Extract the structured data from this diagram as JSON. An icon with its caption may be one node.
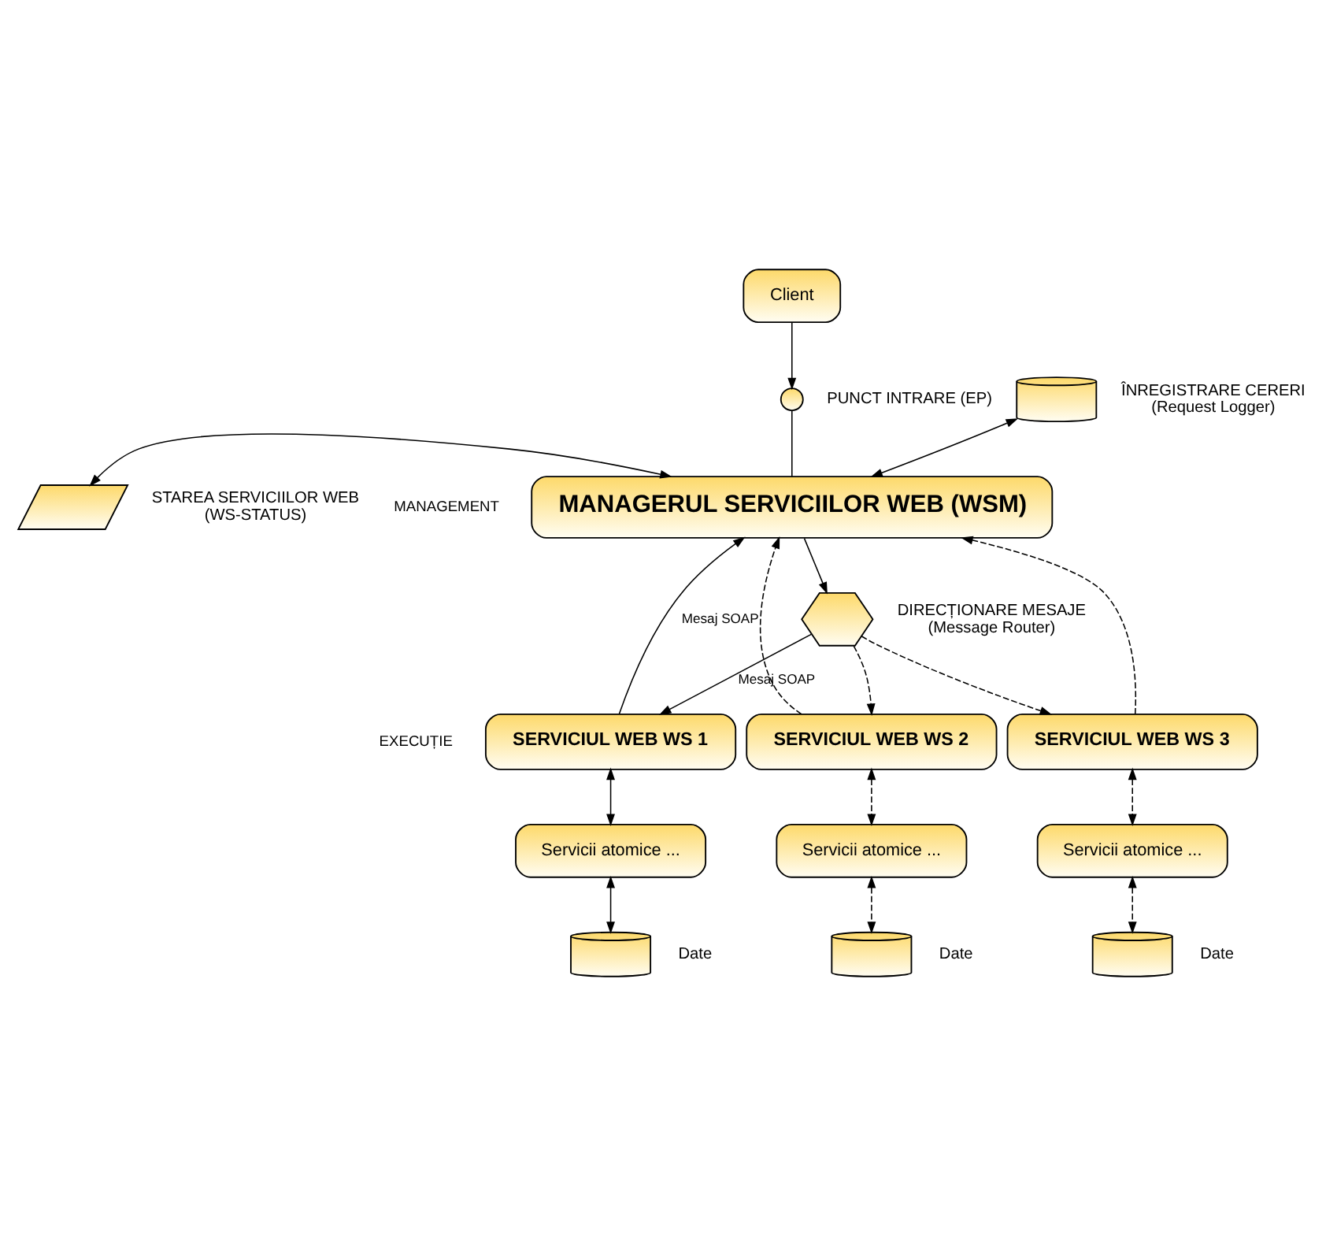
{
  "diagram": {
    "nodes": [
      {
        "text": [
          "Client"
        ]
      },
      {
        "text": [],
        "shape": "circle",
        "beside": [
          "PUNCT INTRARE (EP)"
        ]
      },
      {
        "text": [
          "MANAGERUL SERVICIILOR WEB (WSM)"
        ]
      },
      {
        "text": [],
        "shape": "cylinder",
        "beside": [
          "ÎNREGISTRARE CERERI",
          "(Request Logger)"
        ]
      },
      {
        "text": [],
        "shape": "parallelogram",
        "beside": [
          "STAREA SERVICIILOR WEB",
          "(WS-STATUS)"
        ]
      },
      {
        "text": [],
        "shape": "hexagon",
        "beside": [
          "DIRECȚIONARE MESAJE",
          "(Message Router)"
        ]
      },
      {
        "text": [
          "SERVICIUL WEB WS 1"
        ]
      },
      {
        "text": [
          "SERVICIUL WEB WS 2"
        ]
      },
      {
        "text": [
          "SERVICIUL WEB WS 3"
        ]
      },
      {
        "text": [
          "Servicii atomice ..."
        ]
      },
      {
        "text": [
          "Servicii atomice ..."
        ]
      },
      {
        "text": [
          "Servicii atomice ..."
        ]
      },
      {
        "text": [],
        "shape": "cylinder",
        "beside": [
          "Date"
        ]
      },
      {
        "text": [],
        "shape": "cylinder",
        "beside": [
          "Date"
        ]
      },
      {
        "text": [],
        "shape": "cylinder",
        "beside": [
          "Date"
        ]
      }
    ],
    "edges": [
      {
        "from": 0,
        "to": 1,
        "arrow": "to"
      },
      {
        "from": 1,
        "to": 2,
        "arrow": "none"
      },
      {
        "from": 2,
        "to": 3,
        "arrow": "both"
      },
      {
        "from": 2,
        "to": 4,
        "arrow": "both"
      },
      {
        "from": 2,
        "to": 5,
        "arrow": "to"
      },
      {
        "from": 5,
        "to": 6,
        "arrow": "to",
        "label": "Mesaj SOAP"
      },
      {
        "from": 5,
        "to": 7,
        "arrow": "to",
        "style": "dashed"
      },
      {
        "from": 5,
        "to": 8,
        "arrow": "to",
        "style": "dashed"
      },
      {
        "from": 6,
        "to": 2,
        "arrow": "to",
        "label": "Mesaj SOAP"
      },
      {
        "from": 7,
        "to": 2,
        "arrow": "to",
        "style": "dashed"
      },
      {
        "from": 8,
        "to": 2,
        "arrow": "to",
        "style": "dashed"
      },
      {
        "from": 6,
        "to": 9,
        "arrow": "both"
      },
      {
        "from": 7,
        "to": 10,
        "arrow": "both",
        "style": "dashed"
      },
      {
        "from": 8,
        "to": 11,
        "arrow": "both",
        "style": "dashed"
      },
      {
        "from": 9,
        "to": 12,
        "arrow": "both"
      },
      {
        "from": 10,
        "to": 13,
        "arrow": "both",
        "style": "dashed"
      },
      {
        "from": 11,
        "to": 14,
        "arrow": "both",
        "style": "dashed"
      }
    ],
    "labels": [
      "MANAGEMENT",
      "EXECUȚIE"
    ]
  }
}
